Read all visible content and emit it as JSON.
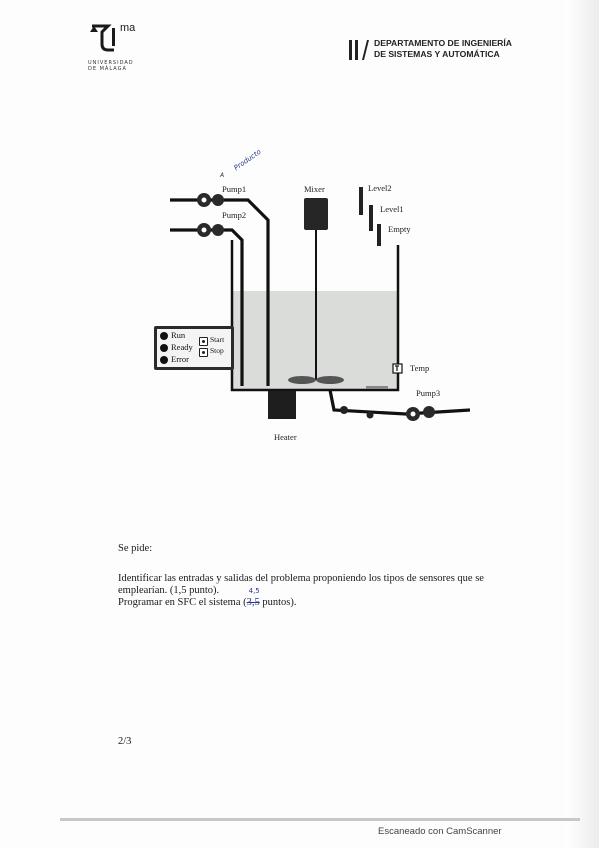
{
  "header": {
    "university_logo_text": "ma",
    "university_name_line1": "UNIVERSIDAD",
    "university_name_line2": "DE MÁLAGA",
    "dept_line1": "DEPARTAMENTO DE INGENIERÍA",
    "dept_line2": "DE SISTEMAS Y AUTOMÁTICA"
  },
  "diagram": {
    "pump1": "Pump1",
    "pump2": "Pump2",
    "pump3": "Pump3",
    "mixer": "Mixer",
    "heater": "Heater",
    "level2": "Level2",
    "level1": "Level1",
    "empty": "Empty",
    "temp": "Temp",
    "panel": {
      "run": "Run",
      "ready": "Ready",
      "error": "Error",
      "start": "Start",
      "stop": "Stop"
    }
  },
  "annotations": {
    "handwritten_top": "Producto",
    "handwritten_top_small": "A",
    "handwritten_points": "4,5"
  },
  "body": {
    "se_pide": "Se pide:",
    "q1": "Identificar las entradas y salidas del problema proponiendo los tipos de sensores que se emplearían. (1,5 punto).",
    "q2_before": "Programar en SFC el sistema (",
    "q2_after": " puntos).",
    "q2_struck": "3,5",
    "page_number": "2/3"
  },
  "footer": {
    "scanner": "Escaneado con CamScanner"
  }
}
